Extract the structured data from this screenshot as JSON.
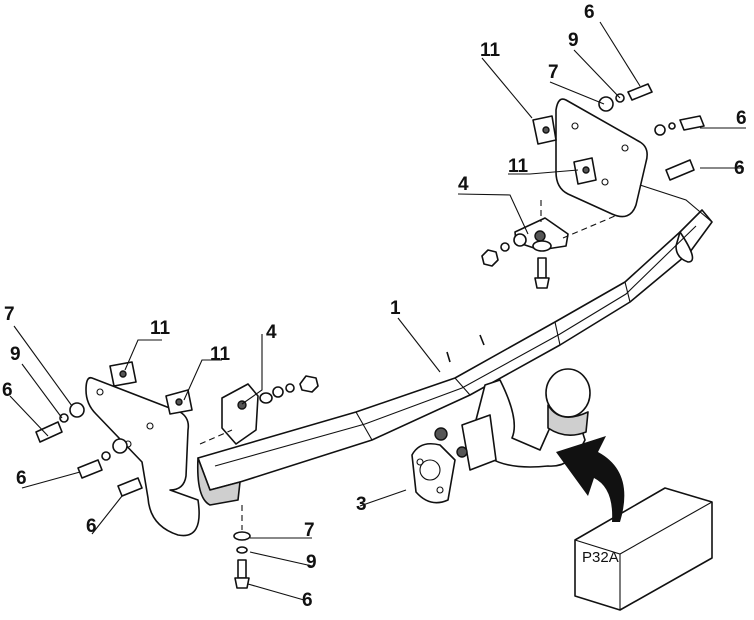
{
  "diagram": {
    "callouts": {
      "frame": "1",
      "ball": "3",
      "plate_right": "4",
      "plate_left": "4",
      "bolt_top": "6",
      "bolt_side_upper": "6",
      "bolt_side_lower": "6",
      "bolt_left_upper": "6",
      "bolt_left_middle": "6",
      "bolt_left_lower": "6",
      "bolt_bottom": "6",
      "washer_top": "7",
      "washer_left": "7",
      "washer_bottom": "7",
      "lockwasher_top": "9",
      "lockwasher_left": "9",
      "lockwasher_bottom": "9",
      "clip_right_upper": "11",
      "clip_right_lower": "11",
      "clip_left_a": "11",
      "clip_left_b": "11"
    },
    "package_label": "P32A",
    "colors": {
      "line": "#111111",
      "shade": "#cfcfcf",
      "paper": "#ffffff"
    }
  }
}
